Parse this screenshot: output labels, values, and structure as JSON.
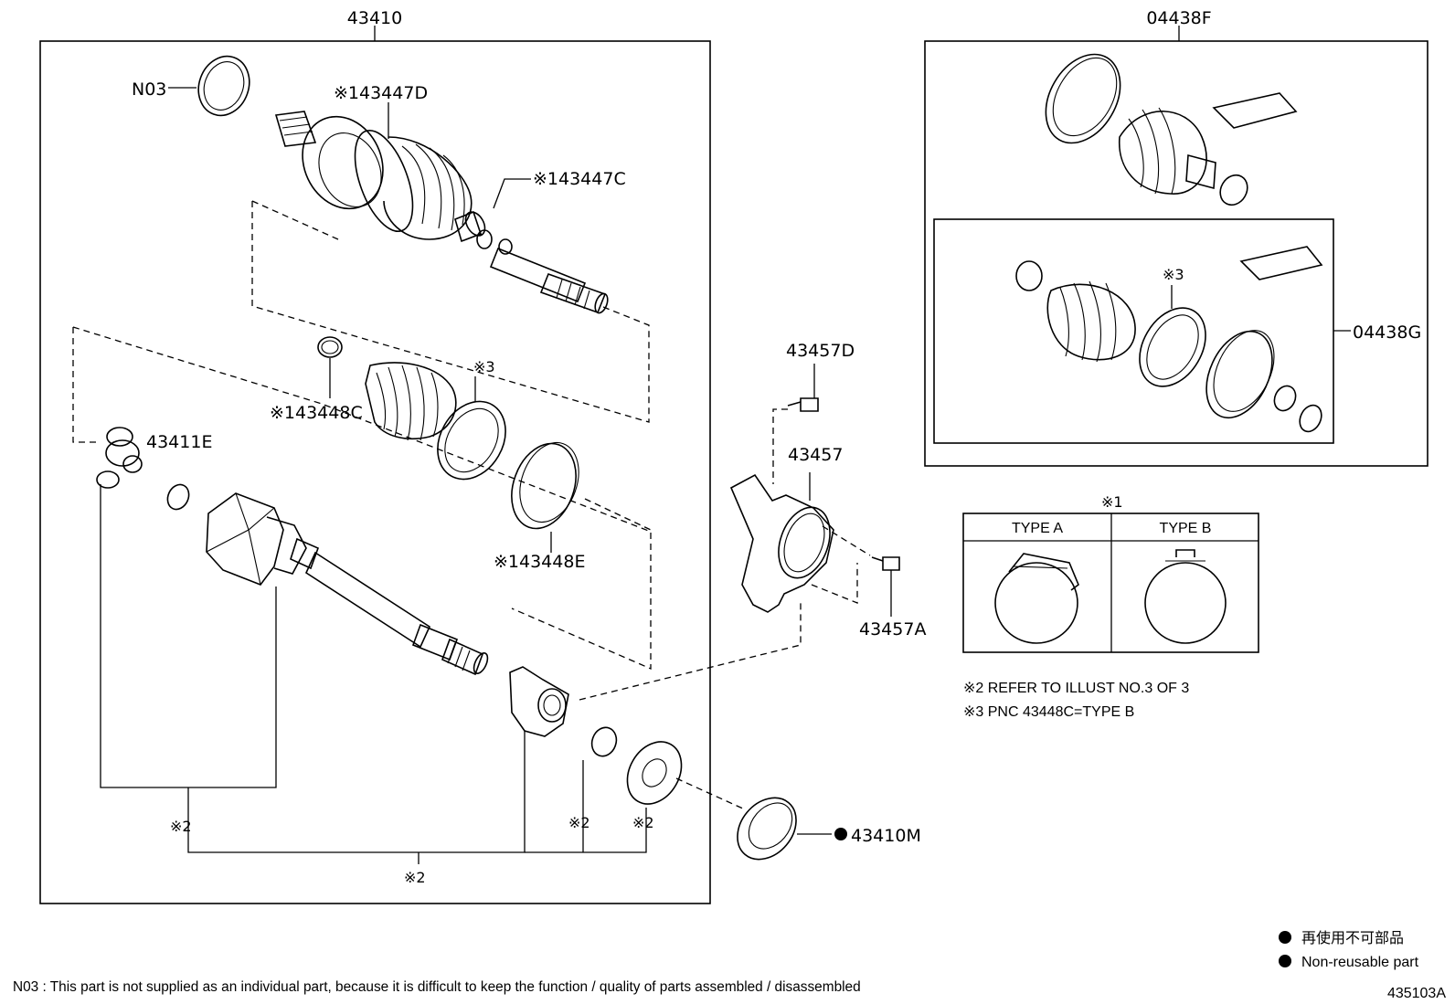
{
  "assembly": {
    "main_label": "43410",
    "kit_label": "04438F",
    "kit_inner_label": "04438G"
  },
  "parts": {
    "n03": "N03",
    "p43447D": "※143447D",
    "p43447C": "※143447C",
    "p43448C": "※143448C",
    "p43448E": "※143448E",
    "p43411E": "43411E",
    "p43457D": "43457D",
    "p43457": "43457",
    "p43457A": "43457A",
    "p43410M": "43410M",
    "ref3_boot": "※3",
    "ref3_kit": "※3",
    "ref2_a": "※2",
    "ref2_b": "※2",
    "ref2_c": "※2",
    "ref2_d": "※2"
  },
  "clamp_table": {
    "title": "※1",
    "type_a": "TYPE A",
    "type_b": "TYPE B"
  },
  "notes": {
    "note2": "※2 REFER TO ILLUST NO.3 OF 3",
    "note3": "※3 PNC 43448C=TYPE B"
  },
  "legend": {
    "jp": "再使用不可部品",
    "en": "Non-reusable part"
  },
  "footer": {
    "n03_note": "N03 : This part is not supplied as an individual part, because it is difficult to keep the function / quality of parts  assembled / disassembled",
    "illust_no": "435103A"
  }
}
